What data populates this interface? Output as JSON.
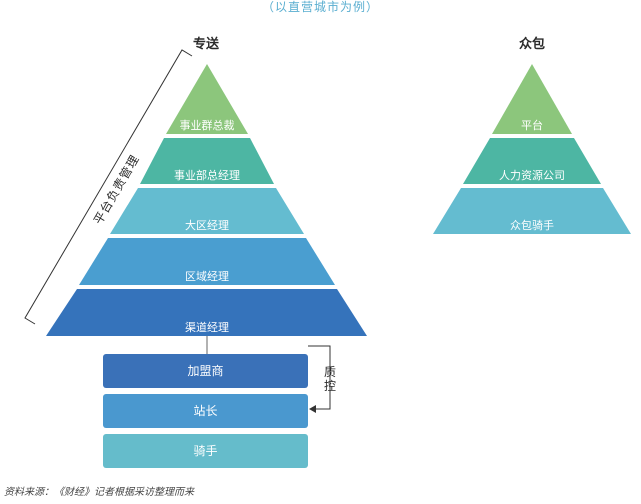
{
  "subtitle": "（以直营城市为例）",
  "left": {
    "title": "专送",
    "bracket_label": "平台负责管理",
    "layers": [
      "事业群总裁",
      "事业部总经理",
      "大区经理",
      "区域经理",
      "渠道经理"
    ],
    "boxes": [
      "加盟商",
      "站长",
      "骑手"
    ],
    "qc_label": "质控"
  },
  "right": {
    "title": "众包",
    "layers": [
      "平台",
      "人力资源公司",
      "众包骑手"
    ]
  },
  "source": "资料来源：《财经》记者根据采访整理而来",
  "colors": {
    "l1": "#8cc67c",
    "l2": "#4db6a3",
    "l3": "#64bcd0",
    "l4": "#4a9ed0",
    "l5": "#3573bb",
    "box_dark": "#3a71b8",
    "box_mid": "#4a98cf",
    "box_light": "#65bccb"
  }
}
